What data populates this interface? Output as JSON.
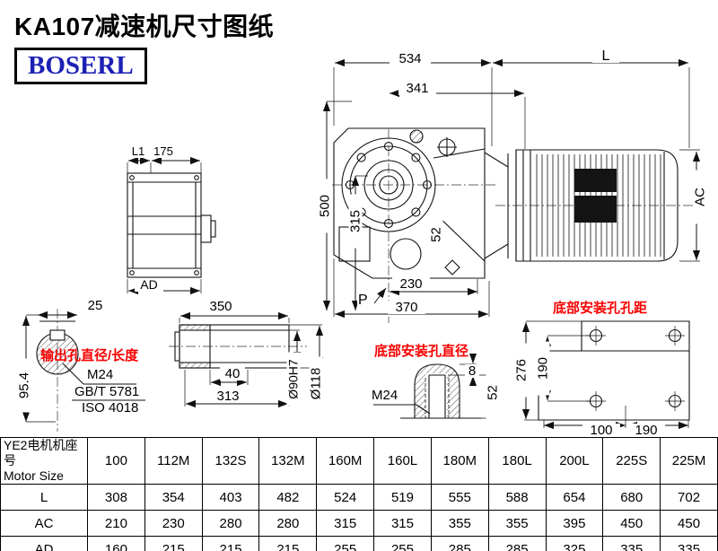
{
  "page": {
    "title": "KA107减速机尺寸图纸",
    "brand": "BOSERL"
  },
  "annotations": {
    "output_hole": "输出孔直径/长度",
    "output_thread": "M24",
    "output_std1": "GB/T 5781",
    "output_std2": "ISO 4018",
    "bottom_hole_dia": "底部安装孔直径",
    "bottom_thread": "M24",
    "bottom_pitch": "底部安装孔孔距"
  },
  "dims": {
    "d534": "534",
    "dL": "L",
    "d341": "341",
    "d500": "500",
    "d315": "315",
    "d52": "52",
    "d230": "230",
    "d370": "370",
    "dP": "P",
    "dAC": "AC",
    "dL1": "L1",
    "d175": "175",
    "dAD": "AD",
    "d25": "25",
    "d95_4": "95.4",
    "d350": "350",
    "d40": "40",
    "d313": "313",
    "d90": "Ø90H7",
    "d118": "Ø118",
    "d8": "8",
    "d52b": "52",
    "d276": "276",
    "d190v": "190",
    "d100": "100",
    "d190h": "190"
  },
  "table": {
    "header_cn": "YE2电机机座号",
    "header_en": "Motor Size",
    "columns": [
      "100",
      "112M",
      "132S",
      "132M",
      "160M",
      "160L",
      "180M",
      "180L",
      "200L",
      "225S",
      "225M"
    ],
    "rows": [
      {
        "label": "L",
        "values": [
          "308",
          "354",
          "403",
          "482",
          "524",
          "519",
          "555",
          "588",
          "654",
          "680",
          "702"
        ]
      },
      {
        "label": "AC",
        "values": [
          "210",
          "230",
          "280",
          "280",
          "315",
          "315",
          "355",
          "355",
          "395",
          "450",
          "450"
        ]
      },
      {
        "label": "AD",
        "values": [
          "160",
          "215",
          "215",
          "215",
          "255",
          "255",
          "285",
          "285",
          "325",
          "335",
          "335"
        ]
      }
    ]
  },
  "colors": {
    "accent_red": "#f80000",
    "brand_blue": "#1d20b4",
    "line": "#111111"
  }
}
